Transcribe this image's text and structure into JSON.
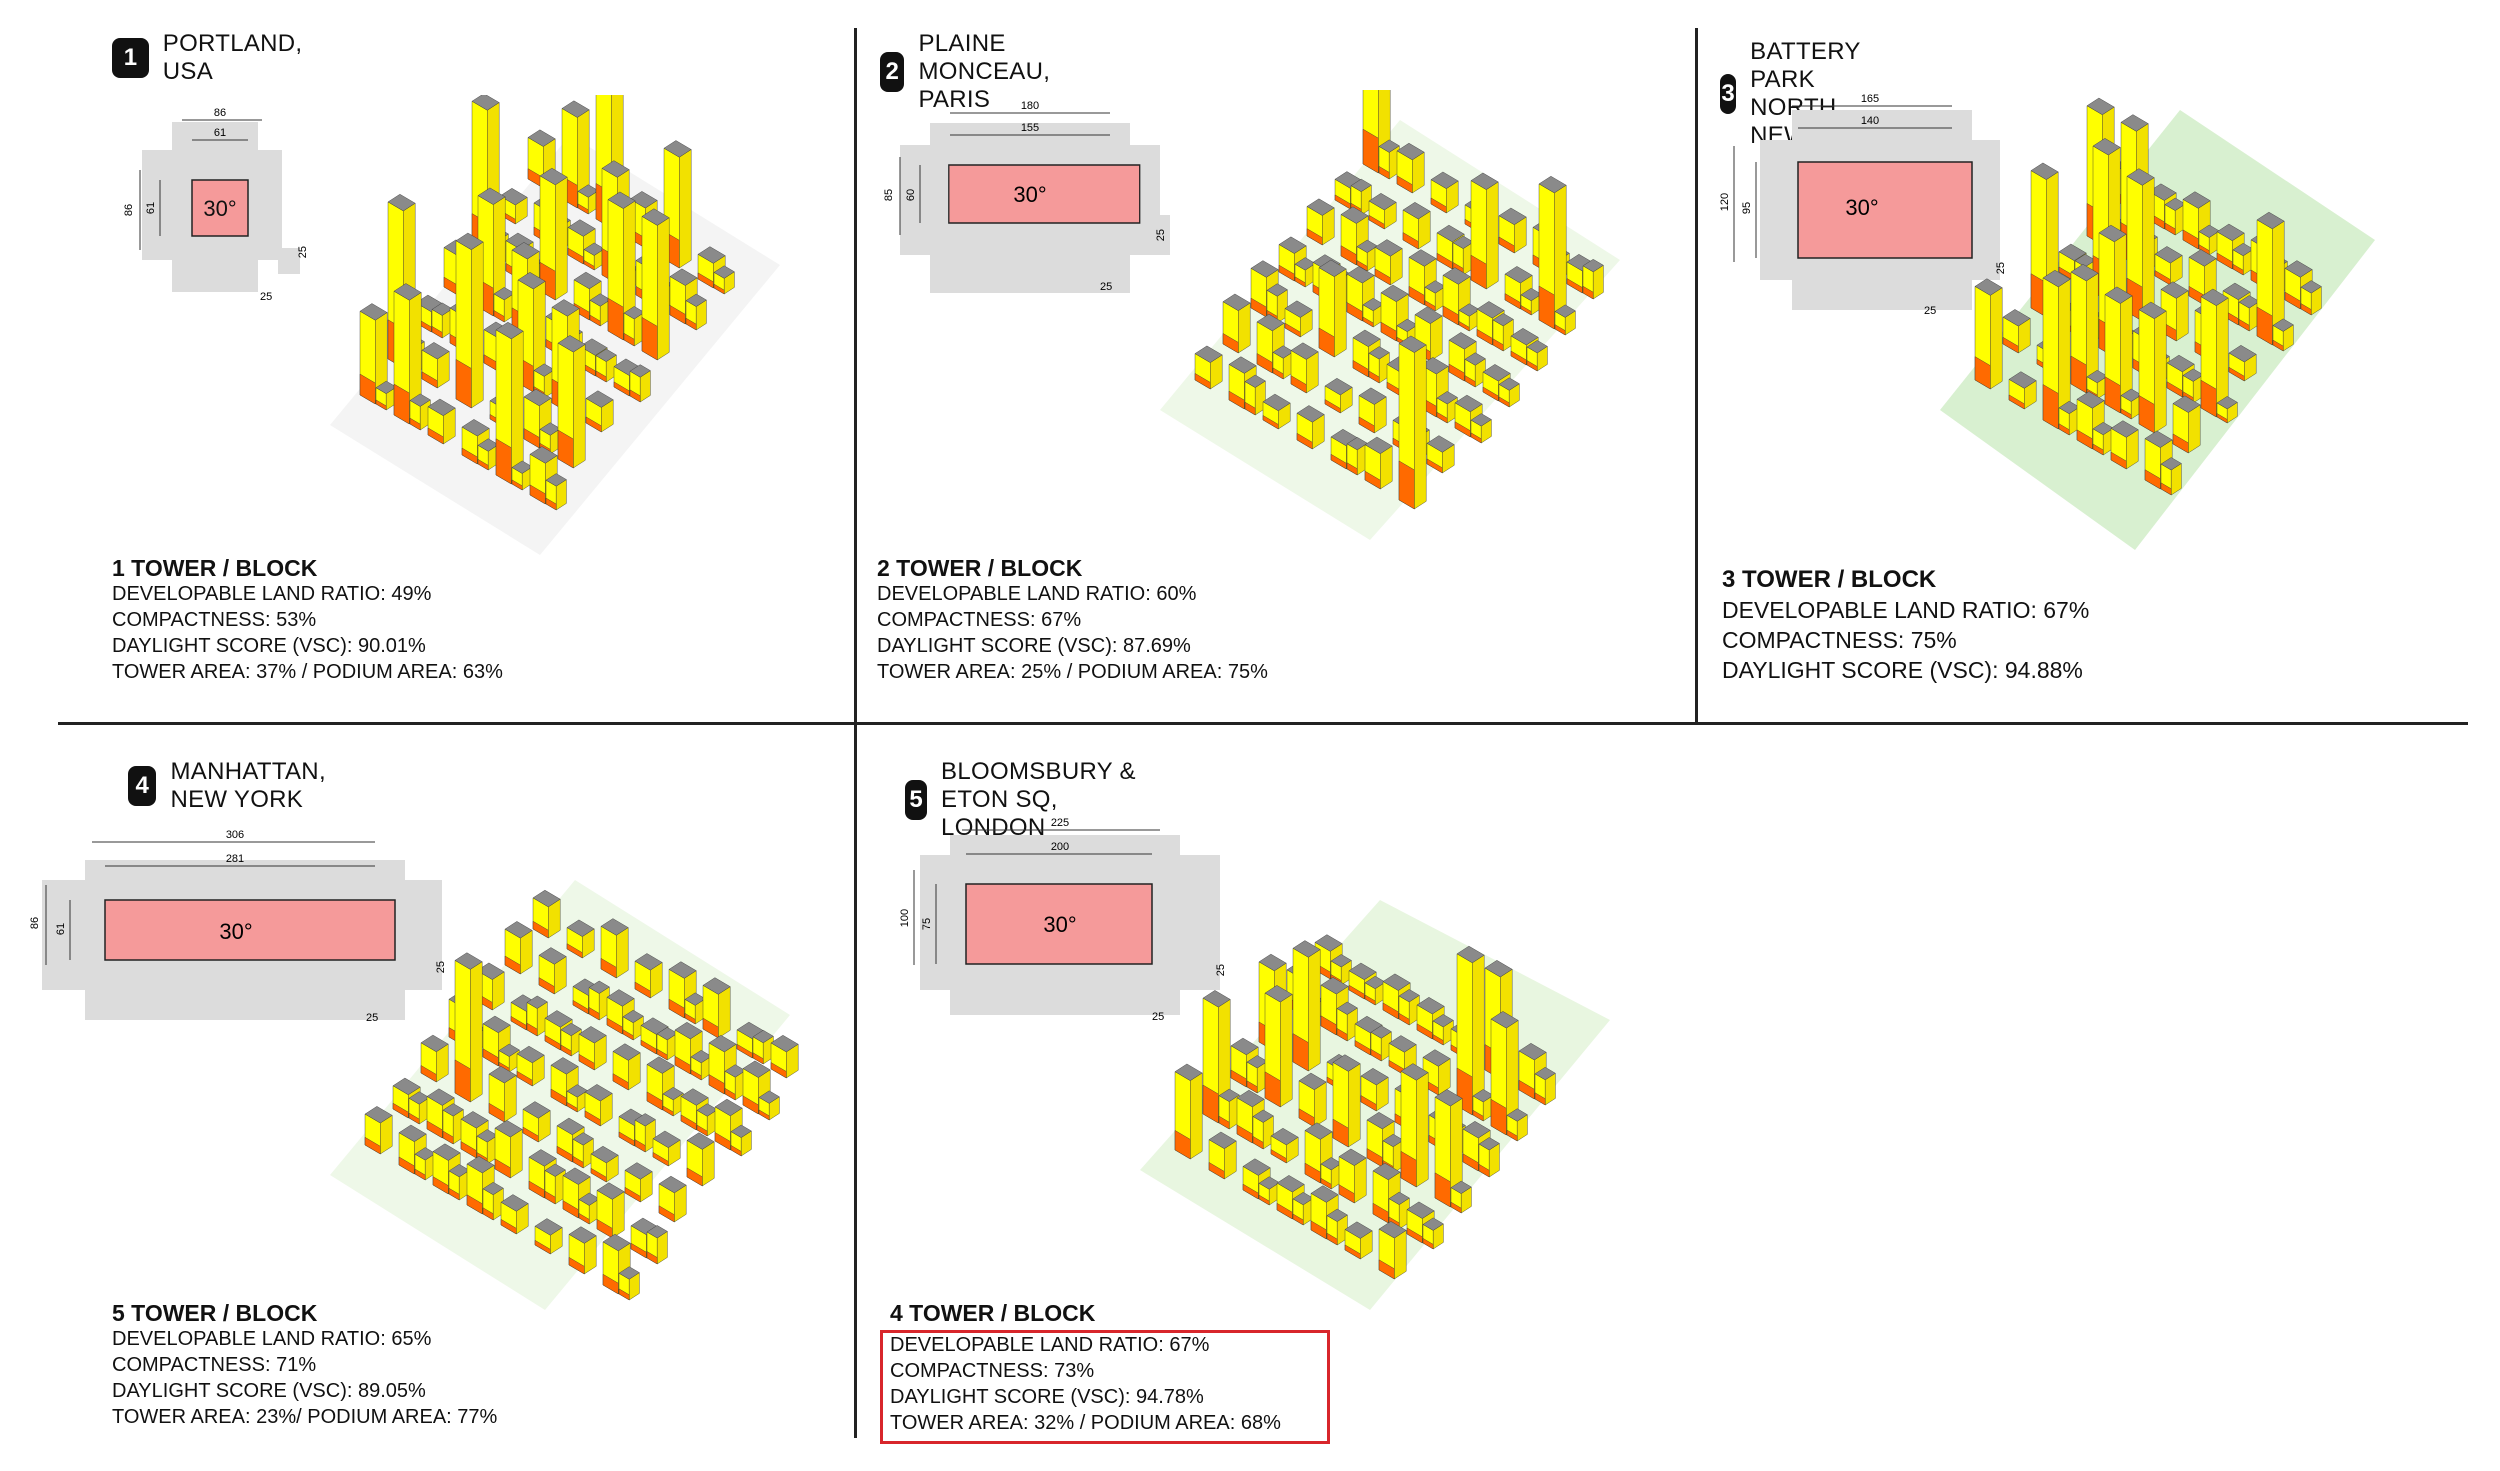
{
  "panels": [
    {
      "number": "1",
      "city": "PORTLAND, USA",
      "block_label": "30°",
      "dims": {
        "outer_w": "86",
        "inner_w": "61",
        "outer_h": "86",
        "inner_h": "61",
        "street_h": "25",
        "street_w": "25"
      },
      "stats": {
        "title": "1 TOWER / BLOCK",
        "line1": "DEVELOPABLE LAND RATIO: 49%",
        "line2": "COMPACTNESS:  53%",
        "line3": "DAYLIGHT SCORE (VSC): 90.01%",
        "line4": "TOWER AREA: 37% / PODIUM AREA: 63%"
      }
    },
    {
      "number": "2",
      "city": "PLAINE MONCEAU, PARIS",
      "block_label": "30°",
      "dims": {
        "outer_w": "180",
        "inner_w": "155",
        "outer_h": "85",
        "inner_h": "60",
        "street_h": "25",
        "street_w": "25"
      },
      "stats": {
        "title": "2 TOWER / BLOCK",
        "line1": "DEVELOPABLE LAND RATIO: 60%",
        "line2": "COMPACTNESS: 67%",
        "line3": "DAYLIGHT SCORE (VSC): 87.69%",
        "line4": "TOWER AREA: 25% / PODIUM AREA: 75%"
      }
    },
    {
      "number": "3",
      "city": "BATTERY PARK NORTH, NEW YORK",
      "block_label": "30°",
      "dims": {
        "outer_w": "165",
        "inner_w": "140",
        "outer_h": "120",
        "inner_h": "95",
        "street_h": "25",
        "street_w": "25"
      },
      "stats": {
        "title": "3 TOWER / BLOCK",
        "line1": "DEVELOPABLE LAND RATIO: 67%",
        "line2": "COMPACTNESS: 75%",
        "line3": "DAYLIGHT SCORE (VSC): 94.88%"
      }
    },
    {
      "number": "4",
      "city": "MANHATTAN, NEW YORK",
      "block_label": "30°",
      "dims": {
        "outer_w": "306",
        "inner_w": "281",
        "outer_h": "86",
        "inner_h": "61",
        "street_h": "25",
        "street_w": "25"
      },
      "stats": {
        "title": "5 TOWER / BLOCK",
        "line1": "DEVELOPABLE LAND RATIO: 65%",
        "line2": "COMPACTNESS: 71%",
        "line3": "DAYLIGHT SCORE (VSC): 89.05%",
        "line4": "TOWER AREA: 23%/ PODIUM AREA: 77%"
      }
    },
    {
      "number": "5",
      "city": "BLOOMSBURY & ETON SQ, LONDON",
      "block_label": "30°",
      "dims": {
        "outer_w": "225",
        "inner_w": "200",
        "outer_h": "100",
        "inner_h": "75",
        "street_h": "25",
        "street_w": "25"
      },
      "stats": {
        "title": "4 TOWER / BLOCK",
        "line1": "DEVELOPABLE LAND RATIO: 67%",
        "line2": "COMPACTNESS: 73%",
        "line3": "DAYLIGHT SCORE (VSC): 94.78%",
        "line4": "TOWER AREA: 32% / PODIUM AREA: 68%"
      }
    }
  ],
  "colors": {
    "block_fill": "#f59a9a",
    "street": "#dcdcdc",
    "tower_top": "#8a8a8a",
    "tower_light": "#ffff00",
    "tower_mid": "#f2e100",
    "tower_dark": "#ff6a00",
    "ground": "#d8f0d0",
    "highlight": "#d8262b"
  }
}
